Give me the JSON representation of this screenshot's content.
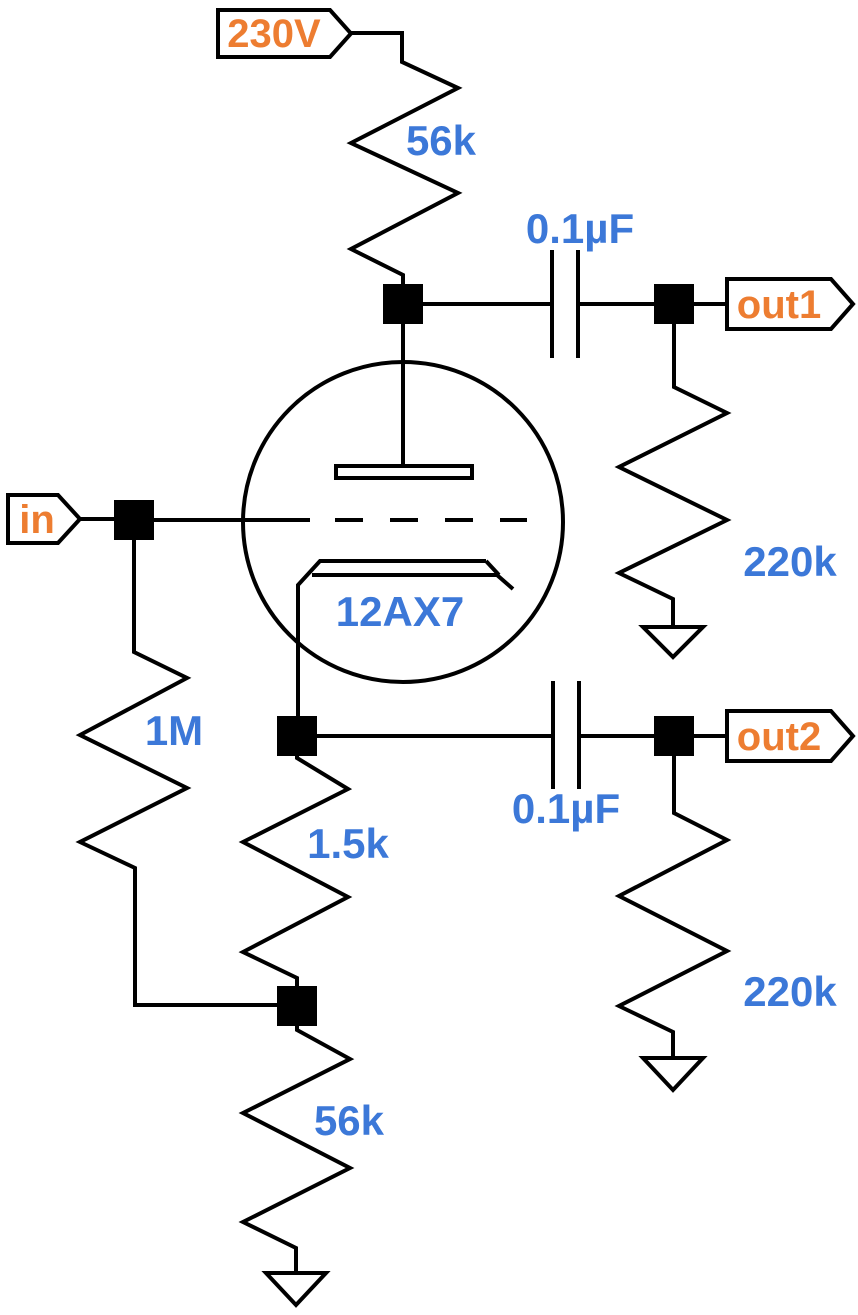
{
  "diagram": {
    "type": "schematic",
    "description": "Single-triode valve gain stage with plate and cathode outputs",
    "colors": {
      "wire": "#000000",
      "value_label": "#3C78D8",
      "net_label": "#ED7D31",
      "background": "#ffffff"
    },
    "tube": {
      "label": "12AX7"
    },
    "nets": {
      "supply": {
        "label": "230V"
      },
      "input": {
        "label": "in"
      },
      "output1": {
        "label": "out1"
      },
      "output2": {
        "label": "out2"
      }
    },
    "resistors": {
      "plate": {
        "value": "56k"
      },
      "out1_load": {
        "value": "220k"
      },
      "grid": {
        "value": "1M"
      },
      "cathode": {
        "value": "1.5k"
      },
      "tail": {
        "value": "56k"
      },
      "out2_load": {
        "value": "220k"
      }
    },
    "capacitors": {
      "out1_coupling": {
        "value": "0.1µF"
      },
      "out2_coupling": {
        "value": "0.1µF"
      }
    }
  }
}
